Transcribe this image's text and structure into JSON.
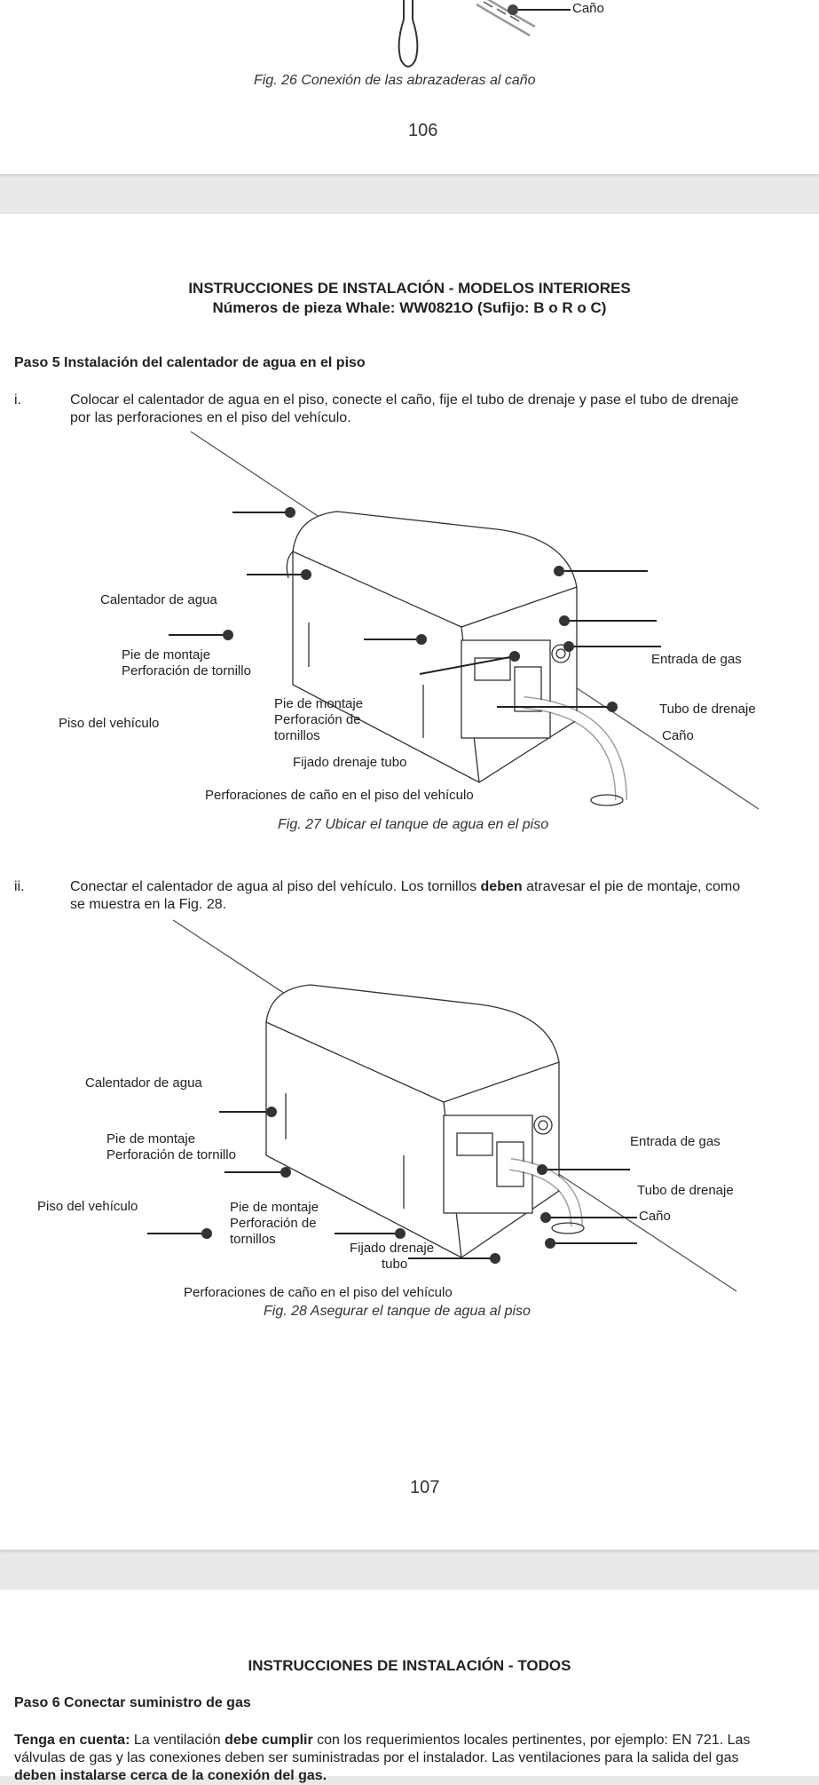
{
  "page1": {
    "cano_label": "Caño",
    "fig26_caption": "Fig. 26 Conexión de las abrazaderas al caño",
    "page_number": "106"
  },
  "page2": {
    "title_line1": "INSTRUCCIONES DE INSTALACIÓN - MODELOS INTERIORES",
    "title_line2": "Números de pieza Whale: WW0821O (Sufijo: B o R o C)",
    "step5": "Paso 5 Instalación del calentador de agua en el piso",
    "item_i": {
      "num": "i.",
      "line1": "Colocar el calentador de agua en el piso, conecte el caño, fije el tubo de drenaje y pase el tubo de drenaje",
      "line2": "por las perforaciones en el piso del vehículo."
    },
    "fig27": {
      "calentador": "Calentador de agua",
      "pie1_l1": "Pie de montaje",
      "pie1_l2": "Perforación de tornillo",
      "piso": "Piso del vehículo",
      "pie2_l1": "Pie de montaje",
      "pie2_l2": "Perforación de",
      "pie2_l3": "tornillos",
      "fijado": "Fijado drenaje tubo",
      "perforaciones": "Perforaciones de caño en el piso del vehículo",
      "entrada": "Entrada de gas",
      "tubo": "Tubo de drenaje",
      "cano": "Caño",
      "caption": "Fig. 27 Ubicar el tanque de agua en el piso"
    },
    "item_ii": {
      "num": "ii.",
      "line1_a": "Conectar el calentador de agua al piso del vehículo. Los tornillos ",
      "line1_bold": "deben",
      "line1_b": " atravesar el pie de montaje, como",
      "line2": "se muestra en la Fig. 28."
    },
    "fig28": {
      "calentador": "Calentador de agua",
      "pie1_l1": "Pie de montaje",
      "pie1_l2": "Perforación de tornillo",
      "piso": "Piso del vehículo",
      "pie2_l1": "Pie de montaje",
      "pie2_l2": "Perforación de",
      "pie2_l3": "tornillos",
      "fijado_l1": "Fijado drenaje",
      "fijado_l2": "tubo",
      "perforaciones": "Perforaciones de caño en el piso del vehículo",
      "entrada": "Entrada de gas",
      "tubo": "Tubo de drenaje",
      "cano": "Caño",
      "caption": "Fig. 28 Asegurar el tanque de agua al piso"
    },
    "page_number": "107"
  },
  "page3": {
    "title": "INSTRUCCIONES DE INSTALACIÓN - TODOS",
    "step6": "Paso 6  Conectar suministro de gas",
    "note_bold1": "Tenga en cuenta:",
    "note_t1": " La ventilación ",
    "note_bold2": "debe cumplir",
    "note_t2": " con los requerimientos locales pertinentes, por ejemplo: EN 721. Las",
    "note_line2": "válvulas de gas y las conexiones deben ser suministradas por el instalador. Las ventilaciones para la salida del gas",
    "note_line3": "deben instalarse cerca de la conexión del gas."
  }
}
